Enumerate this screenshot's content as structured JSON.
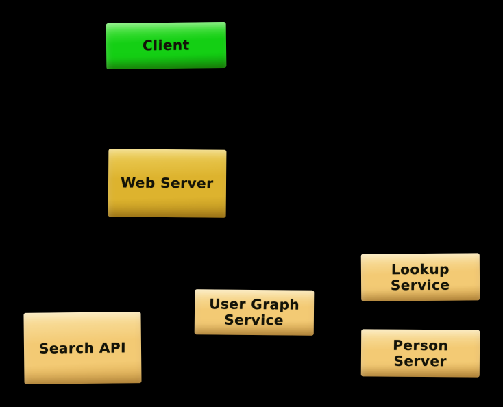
{
  "diagram": {
    "background_color": "#000000",
    "text_color": "#131308",
    "nodes": [
      {
        "id": "client",
        "label": "Client",
        "fill": "#14cf14",
        "fill_light": "#55e84a",
        "fill_dark": "#0c9e0c"
      },
      {
        "id": "web-server",
        "label": "Web Server",
        "fill": "#ddb32e",
        "fill_light": "#eed05c",
        "fill_dark": "#b98f1e"
      },
      {
        "id": "search-api",
        "label": "Search API",
        "fill": "#f3ca74",
        "fill_light": "#fae3a6",
        "fill_dark": "#d7a64c"
      },
      {
        "id": "user-graph-service",
        "label": "User Graph\nService",
        "fill": "#f3ca74",
        "fill_light": "#fae3a6",
        "fill_dark": "#d7a64c"
      },
      {
        "id": "lookup-service",
        "label": "Lookup\nService",
        "fill": "#f3ca74",
        "fill_light": "#fae3a6",
        "fill_dark": "#d7a64c"
      },
      {
        "id": "person-server",
        "label": "Person\nServer",
        "fill": "#f3ca74",
        "fill_light": "#fae3a6",
        "fill_dark": "#d7a64c"
      }
    ]
  }
}
